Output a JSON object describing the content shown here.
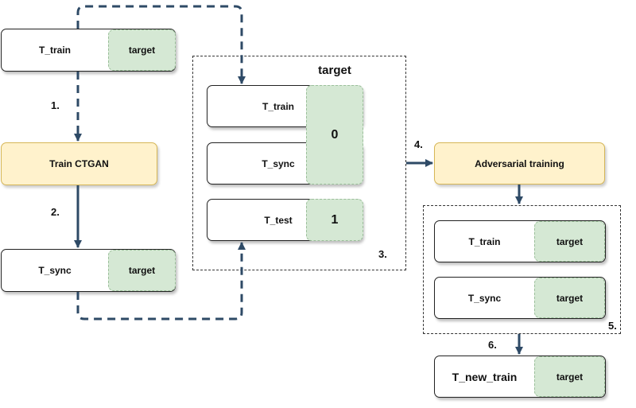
{
  "left": {
    "t_train": {
      "label": "T_train",
      "target": "target"
    },
    "train_ctgan": "Train CTGAN",
    "t_sync": {
      "label": "T_sync",
      "target": "target"
    },
    "step1": "1.",
    "step2": "2."
  },
  "middle": {
    "header": "target",
    "t_train": "T_train",
    "t_sync": "T_sync",
    "t_test": "T_test",
    "value_zero": "0",
    "value_one": "1",
    "step3": "3."
  },
  "right": {
    "step4": "4.",
    "adversarial": "Adversarial training",
    "t_train": {
      "label": "T_train",
      "target": "target"
    },
    "t_sync": {
      "label": "T_sync",
      "target": "target"
    },
    "step5": "5.",
    "step6": "6.",
    "t_new_train": {
      "label": "T_new_train",
      "target": "target"
    }
  },
  "colors": {
    "arrow": "#2e4a66",
    "green_fill": "#d5e8d4",
    "yellow_fill": "#fff2cc"
  }
}
